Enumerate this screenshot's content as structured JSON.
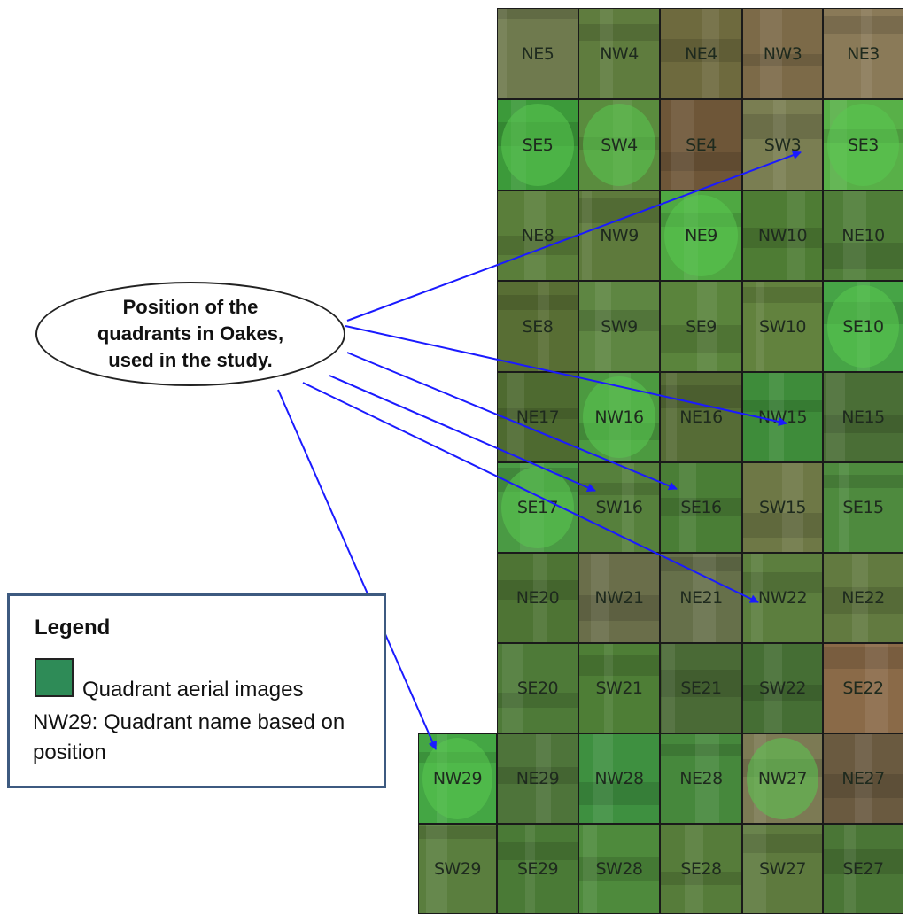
{
  "tiles": [
    {
      "row": 0,
      "col": 1,
      "label": "NE5",
      "color": "#6f7a4e",
      "pivot": false
    },
    {
      "row": 0,
      "col": 2,
      "label": "NW4",
      "color": "#5f7c3e",
      "pivot": false
    },
    {
      "row": 0,
      "col": 3,
      "label": "NE4",
      "color": "#6e6a3e",
      "pivot": false
    },
    {
      "row": 0,
      "col": 4,
      "label": "NW3",
      "color": "#7c6a48",
      "pivot": false
    },
    {
      "row": 0,
      "col": 5,
      "label": "NE3",
      "color": "#8a7a58",
      "pivot": false
    },
    {
      "row": 1,
      "col": 1,
      "label": "SE5",
      "color": "#3c9a3a",
      "pivot": true
    },
    {
      "row": 1,
      "col": 2,
      "label": "SW4",
      "color": "#5a8c3e",
      "pivot": true
    },
    {
      "row": 1,
      "col": 3,
      "label": "SE4",
      "color": "#6e5638",
      "pivot": false
    },
    {
      "row": 1,
      "col": 4,
      "label": "SW3",
      "color": "#7a7e52",
      "pivot": false
    },
    {
      "row": 1,
      "col": 5,
      "label": "SE3",
      "color": "#58b048",
      "pivot": true
    },
    {
      "row": 2,
      "col": 1,
      "label": "NE8",
      "color": "#5a7e3a",
      "pivot": false
    },
    {
      "row": 2,
      "col": 2,
      "label": "NW9",
      "color": "#5e7a3c",
      "pivot": false
    },
    {
      "row": 2,
      "col": 3,
      "label": "NE9",
      "color": "#4fa842",
      "pivot": true
    },
    {
      "row": 2,
      "col": 4,
      "label": "NW10",
      "color": "#4e7c34",
      "pivot": false
    },
    {
      "row": 2,
      "col": 5,
      "label": "NE10",
      "color": "#4f7d38",
      "pivot": false
    },
    {
      "row": 3,
      "col": 1,
      "label": "SE8",
      "color": "#586e34",
      "pivot": false
    },
    {
      "row": 3,
      "col": 2,
      "label": "SW9",
      "color": "#5e8642",
      "pivot": false
    },
    {
      "row": 3,
      "col": 3,
      "label": "SE9",
      "color": "#5a843c",
      "pivot": false
    },
    {
      "row": 3,
      "col": 4,
      "label": "SW10",
      "color": "#62823e",
      "pivot": false
    },
    {
      "row": 3,
      "col": 5,
      "label": "SE10",
      "color": "#46a446",
      "pivot": true
    },
    {
      "row": 4,
      "col": 1,
      "label": "NE17",
      "color": "#4e6a30",
      "pivot": false
    },
    {
      "row": 4,
      "col": 2,
      "label": "NW16",
      "color": "#4c9a40",
      "pivot": true
    },
    {
      "row": 4,
      "col": 3,
      "label": "NE16",
      "color": "#566c36",
      "pivot": false
    },
    {
      "row": 4,
      "col": 4,
      "label": "NW15",
      "color": "#3e8c3a",
      "pivot": false
    },
    {
      "row": 4,
      "col": 5,
      "label": "NE15",
      "color": "#4a6e36",
      "pivot": false
    },
    {
      "row": 5,
      "col": 1,
      "label": "SE17",
      "color": "#4a9a44",
      "pivot": true
    },
    {
      "row": 5,
      "col": 2,
      "label": "SW16",
      "color": "#56803c",
      "pivot": false
    },
    {
      "row": 5,
      "col": 3,
      "label": "SE16",
      "color": "#4a7e36",
      "pivot": false
    },
    {
      "row": 5,
      "col": 4,
      "label": "SW15",
      "color": "#6e7846",
      "pivot": false
    },
    {
      "row": 5,
      "col": 5,
      "label": "SE15",
      "color": "#4e8a3e",
      "pivot": false
    },
    {
      "row": 6,
      "col": 1,
      "label": "NE20",
      "color": "#4e7434",
      "pivot": false
    },
    {
      "row": 6,
      "col": 2,
      "label": "NW21",
      "color": "#6a6e4a",
      "pivot": false
    },
    {
      "row": 6,
      "col": 3,
      "label": "NE21",
      "color": "#66704a",
      "pivot": false
    },
    {
      "row": 6,
      "col": 4,
      "label": "NW22",
      "color": "#5c7e3e",
      "pivot": false
    },
    {
      "row": 6,
      "col": 5,
      "label": "NE22",
      "color": "#627a40",
      "pivot": false
    },
    {
      "row": 7,
      "col": 1,
      "label": "SE20",
      "color": "#4e7a38",
      "pivot": false
    },
    {
      "row": 7,
      "col": 2,
      "label": "SW21",
      "color": "#4e7e36",
      "pivot": false
    },
    {
      "row": 7,
      "col": 3,
      "label": "SE21",
      "color": "#4a6a36",
      "pivot": false
    },
    {
      "row": 7,
      "col": 4,
      "label": "SW22",
      "color": "#456e34",
      "pivot": false
    },
    {
      "row": 7,
      "col": 5,
      "label": "SE22",
      "color": "#8a6a48",
      "pivot": false
    },
    {
      "row": 8,
      "col": 0,
      "label": "NW29",
      "color": "#44a644",
      "pivot": true
    },
    {
      "row": 8,
      "col": 1,
      "label": "NE29",
      "color": "#4e743a",
      "pivot": false
    },
    {
      "row": 8,
      "col": 2,
      "label": "NW28",
      "color": "#3e9040",
      "pivot": false
    },
    {
      "row": 8,
      "col": 3,
      "label": "NE28",
      "color": "#46883c",
      "pivot": false
    },
    {
      "row": 8,
      "col": 4,
      "label": "NW27",
      "color": "#7c7a54",
      "pivot": true
    },
    {
      "row": 8,
      "col": 5,
      "label": "NE27",
      "color": "#6a5a40",
      "pivot": false
    },
    {
      "row": 9,
      "col": 0,
      "label": "SW29",
      "color": "#5a7e3e",
      "pivot": false
    },
    {
      "row": 9,
      "col": 1,
      "label": "SE29",
      "color": "#4a7a36",
      "pivot": false
    },
    {
      "row": 9,
      "col": 2,
      "label": "SW28",
      "color": "#4e8a3c",
      "pivot": false
    },
    {
      "row": 9,
      "col": 3,
      "label": "SE28",
      "color": "#567c3a",
      "pivot": false
    },
    {
      "row": 9,
      "col": 4,
      "label": "SW27",
      "color": "#5e7a3e",
      "pivot": false
    },
    {
      "row": 9,
      "col": 5,
      "label": "SE27",
      "color": "#4a7636",
      "pivot": false
    }
  ],
  "callout": {
    "lines": [
      "Position of the",
      "quadrants in Oakes,",
      "used in the study."
    ],
    "targets": [
      "SW3",
      "NW15",
      "SE16",
      "SW16",
      "NW22",
      "NW29"
    ],
    "arrow_color": "#1a1aff"
  },
  "legend": {
    "title": "Legend",
    "item_label": "Quadrant aerial images",
    "swatch_color": "#2e8b57",
    "note": "NW29: Quadrant name based on position",
    "border_color": "#3d5a80"
  }
}
